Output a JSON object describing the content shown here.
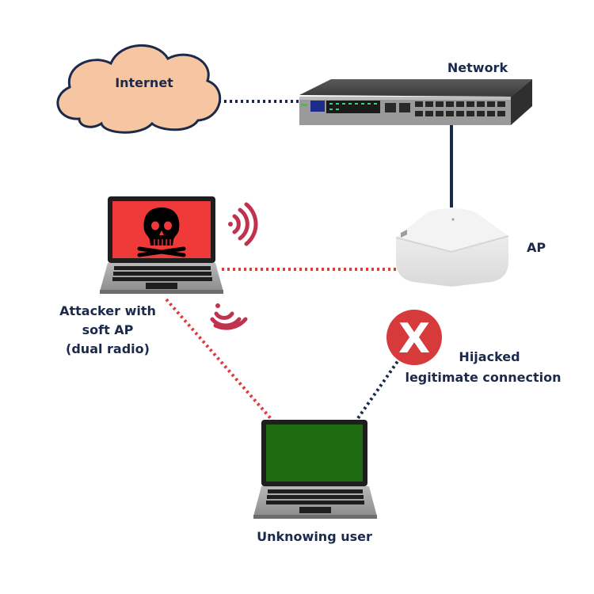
{
  "labels": {
    "internet": "Internet",
    "network": "Network",
    "ap": "AP",
    "attacker_line1": "Attacker with",
    "attacker_line2": "soft AP",
    "attacker_line3": "(dual radio)",
    "hijacked_line1": "Hijacked",
    "hijacked_line2": "legitimate connection",
    "user": "Unknowing user",
    "x_mark": "X"
  },
  "colors": {
    "label_text": "#1b2a4a",
    "navy_link": "#1b2a4a",
    "red_link": "#e03a3a",
    "cloud_fill": "#f6c6a3",
    "attacker_screen": "#f03a3a",
    "user_screen": "#1f6b12",
    "wifi_waves": "#c0334f",
    "x_badge": "#d63a3a"
  },
  "icons": {
    "cloud": "cloud-icon",
    "switch": "network-switch-icon",
    "ap": "access-point-icon",
    "attacker": "laptop-skull-icon",
    "user": "laptop-icon",
    "x_badge": "error-x-icon",
    "wifi": "wifi-signal-icon"
  },
  "links": [
    {
      "from": "internet",
      "to": "network",
      "style": "dotted",
      "color": "navy"
    },
    {
      "from": "network",
      "to": "ap",
      "style": "solid",
      "color": "navy"
    },
    {
      "from": "attacker",
      "to": "ap",
      "style": "dotted",
      "color": "red"
    },
    {
      "from": "attacker",
      "to": "user",
      "style": "dotted",
      "color": "red"
    },
    {
      "from": "user",
      "to": "hijacked-connection",
      "style": "dotted",
      "color": "navy"
    }
  ]
}
